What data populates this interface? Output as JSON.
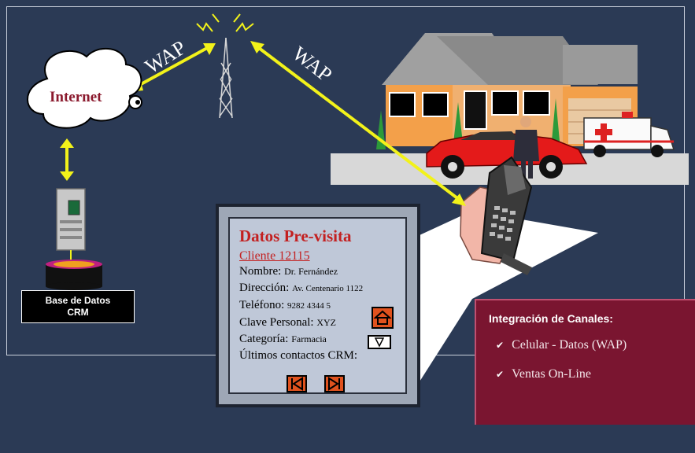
{
  "labels": {
    "wap_left": "WAP",
    "wap_right": "WAP",
    "internet": "Internet",
    "database_line1": "Base de Datos",
    "database_line2": "CRM"
  },
  "card": {
    "title": "Datos Pre-visita",
    "client": "Cliente 12115",
    "rows": [
      {
        "label": "Nombre:",
        "value": "Dr. Fernández"
      },
      {
        "label": "Dirección:",
        "value": "Av. Centenario 1122"
      },
      {
        "label": "Teléfono:",
        "value": "9282 4344 5"
      },
      {
        "label": "Clave Personal:",
        "value": "XYZ"
      },
      {
        "label": "Categoría:",
        "value": "Farmacia"
      },
      {
        "label": "Últimos contactos CRM:",
        "value": ""
      }
    ]
  },
  "panel": {
    "title": "Integración de Canales:",
    "items": [
      "Celular - Datos (WAP)",
      "Ventas On-Line"
    ]
  },
  "icons": [
    "antenna-tower-icon",
    "cloud-icon",
    "server-icon",
    "database-icon",
    "house-icon",
    "car-icon",
    "ambulance-icon",
    "person-icon",
    "phone-icon",
    "home-icon",
    "dropdown-icon",
    "previous-icon",
    "next-icon",
    "check-icon"
  ],
  "colors": {
    "background": "#2b3a55",
    "arrow": "#f2f21a",
    "card_title": "#c32020",
    "panel": "#7a1530",
    "button": "#e0521e"
  }
}
